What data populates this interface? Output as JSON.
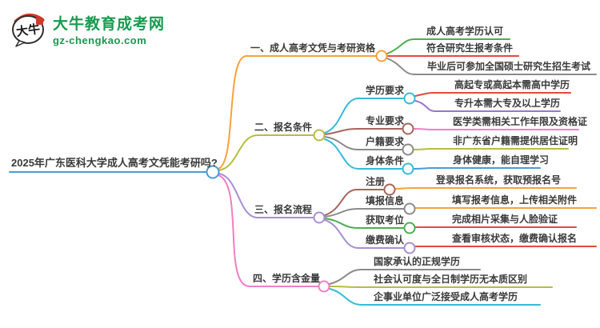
{
  "logo": {
    "icon_text": "大牛",
    "title": "大牛教育成考网",
    "domain": "gz-chengkao.com",
    "brand_color": "#169b4e",
    "seal_color": "#cf3a2a"
  },
  "central": {
    "label": "2025年广东医科大学成人高考文凭能考研吗?",
    "color": "#4a9bd5"
  },
  "branches": [
    {
      "label": "一、成人高考文凭与考研资格",
      "color": "#f9a13a",
      "children": [
        {
          "label": "成人高考学历认可",
          "color": "#4caf50"
        },
        {
          "label": "符合研究生报考条件",
          "color": "#e8483e"
        },
        {
          "label": "毕业后可参加全国硕士研究生招生考试",
          "color": "#8b8b8b"
        }
      ]
    },
    {
      "label": "二、报名条件",
      "color": "#b8bd3c",
      "children": [
        {
          "label": "学历要求",
          "color": "#35bcd8",
          "children": [
            {
              "label": "高起专或高起本需高中学历",
              "color": "#e8483e"
            },
            {
              "label": "专升本需大专及以上学历",
              "color": "#9678cc"
            }
          ]
        },
        {
          "label": "专业要求",
          "color": "#a5665c",
          "children": [
            {
              "label": "医学类需相关工作年限及资格证",
              "color": "#f27ec5"
            }
          ]
        },
        {
          "label": "户籍要求",
          "color": "#8b8b8b",
          "children": [
            {
              "label": "非广东省户籍需提供居住证明",
              "color": "#b8bd3c"
            }
          ]
        },
        {
          "label": "身体条件",
          "color": "#35bcd8",
          "children": [
            {
              "label": "身体健康，能自理学习",
              "color": "#4a9bd5"
            }
          ]
        }
      ]
    },
    {
      "label": "三、报名流程",
      "color": "#a98fd4",
      "children": [
        {
          "label": "注册",
          "color": "#a5665c",
          "children": [
            {
              "label": "登录报名系统，获取预报名号",
              "color": "#f9a13a"
            }
          ]
        },
        {
          "label": "填报信息",
          "color": "#8b8b8b",
          "children": [
            {
              "label": "填写报考信息，上传相关附件",
              "color": "#f9a13a"
            }
          ]
        },
        {
          "label": "获取考位",
          "color": "#4caf50",
          "children": [
            {
              "label": "完成相片采集与人脸验证",
              "color": "#e8483e"
            }
          ]
        },
        {
          "label": "缴费确认",
          "color": "#a98fd4",
          "children": [
            {
              "label": "查看审核状态，缴费确认报名",
              "color": "#e8483e"
            }
          ]
        }
      ]
    },
    {
      "label": "四、学历含金量",
      "color": "#f27ec5",
      "children": [
        {
          "label": "国家承认的正规学历",
          "color": "#8b8b8b"
        },
        {
          "label": "社会认可度与全日制学历无本质区别",
          "color": "#b8bd3c"
        },
        {
          "label": "企事业单位广泛接受成人高考学历",
          "color": "#35bcd8"
        }
      ]
    }
  ]
}
